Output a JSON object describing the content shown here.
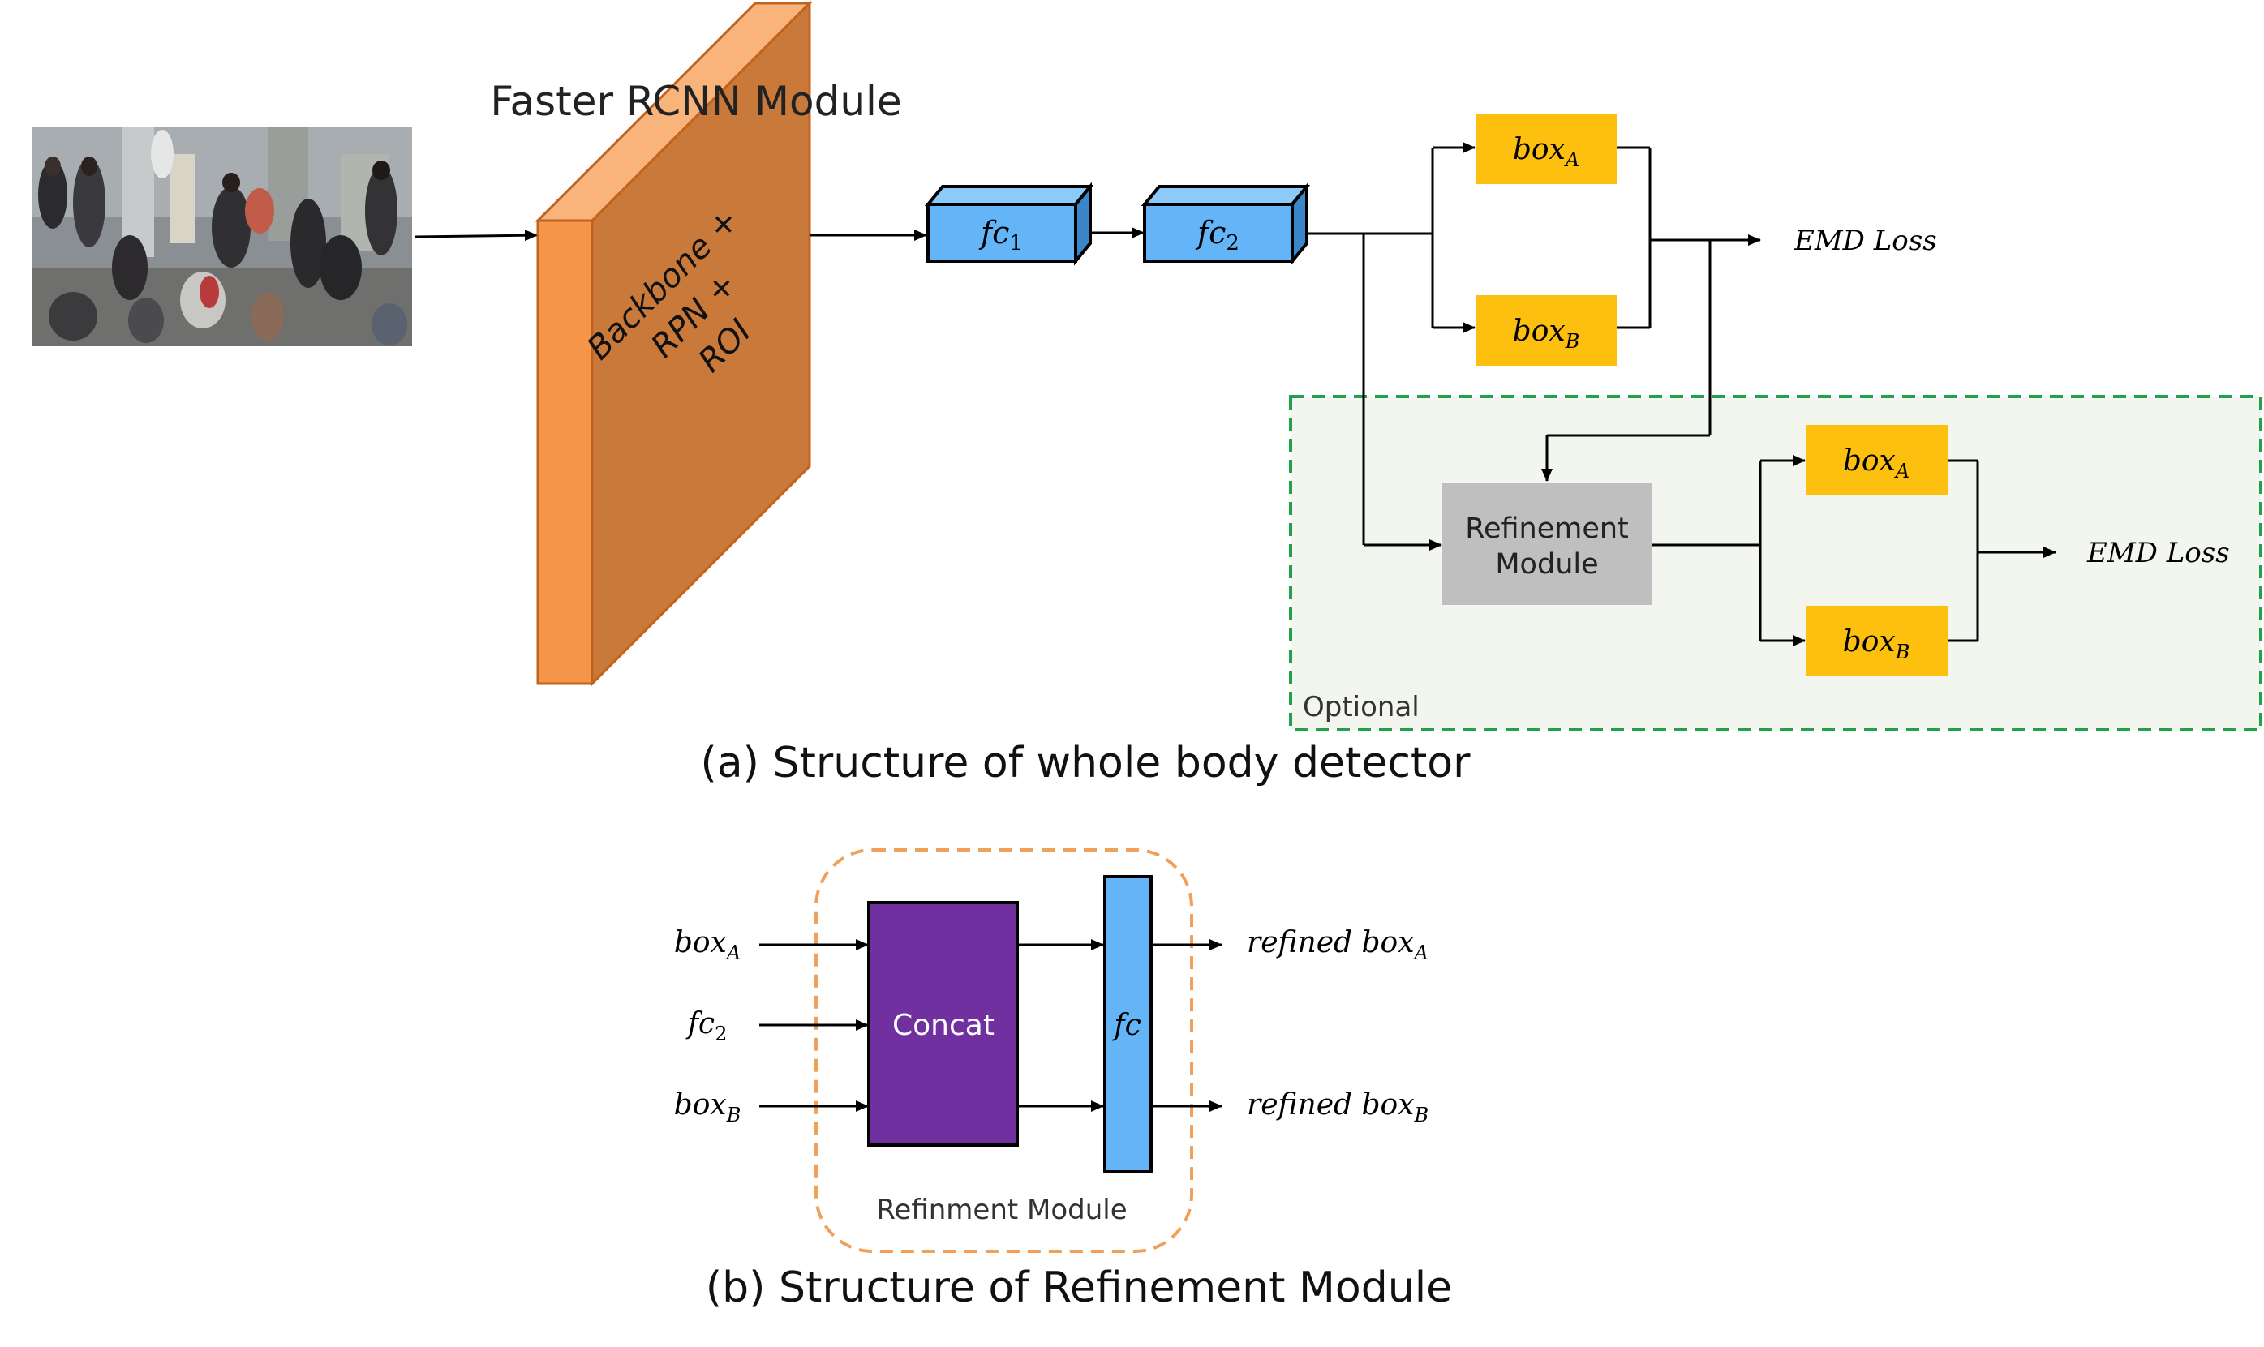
{
  "section_a": {
    "caption": "(a) Structure of whole body detector",
    "faster_rcnn_title": "Faster RCNN Module",
    "backbone_lines": [
      "Backbone +",
      "RPN +",
      "ROI"
    ],
    "fc1": {
      "base": "fc",
      "sub": "1"
    },
    "fc2": {
      "base": "fc",
      "sub": "2"
    },
    "box_a": {
      "base": "box",
      "sub": "A"
    },
    "box_b": {
      "base": "box",
      "sub": "B"
    },
    "emd_loss_top": "EMD Loss",
    "emd_loss_bottom": "EMD Loss",
    "refinement_lines": [
      "Refinement",
      "Module"
    ],
    "optional_label": "Optional"
  },
  "section_b": {
    "caption": "(b) Structure of Refinement Module",
    "input_box_a": {
      "base": "box",
      "sub": "A"
    },
    "input_fc2": {
      "base": "fc",
      "sub": "2"
    },
    "input_box_b": {
      "base": "box",
      "sub": "B"
    },
    "concat_label": "Concat",
    "fc_label": "fc",
    "refined_a": {
      "base": "refined box",
      "sub": "A"
    },
    "refined_b": {
      "base": "refined box",
      "sub": "B"
    },
    "module_label": "Refinment Module"
  },
  "colors": {
    "backbone_front": "#c97a3a",
    "backbone_side": "#f5954a",
    "backbone_top": "#f8b47a",
    "fc_blue": "#63b5f7",
    "fc_blue_dark": "#3a86c8",
    "box_yellow": "#fec00f",
    "refinement_gray": "#bfbfbf",
    "optional_bg": "#f2f6ee",
    "optional_border": "#21a24a",
    "concat_purple": "#7030a0",
    "module_border": "#f0a05a"
  }
}
